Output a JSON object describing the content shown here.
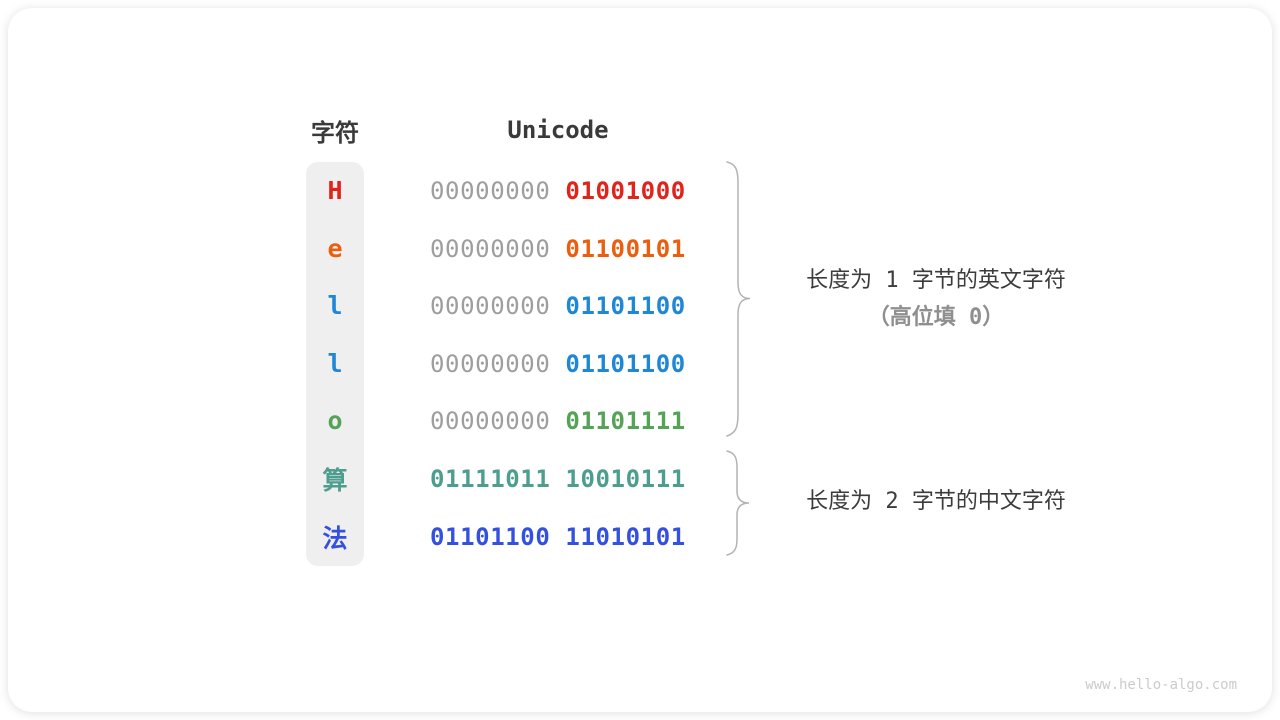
{
  "table": {
    "char_header": "字符",
    "unicode_header": "Unicode",
    "rows": [
      {
        "char": "H",
        "color": "#e0241c",
        "octet1": "00000000",
        "octet1_color": "#9e9e9e",
        "octet2": "01001000"
      },
      {
        "char": "e",
        "color": "#ec5e0e",
        "octet1": "00000000",
        "octet1_color": "#9e9e9e",
        "octet2": "01100101"
      },
      {
        "char": "l",
        "color": "#1e87d6",
        "octet1": "00000000",
        "octet1_color": "#9e9e9e",
        "octet2": "01101100"
      },
      {
        "char": "l",
        "color": "#1e87d6",
        "octet1": "00000000",
        "octet1_color": "#9e9e9e",
        "octet2": "01101100"
      },
      {
        "char": "o",
        "color": "#55a357",
        "octet1": "00000000",
        "octet1_color": "#9e9e9e",
        "octet2": "01101111"
      },
      {
        "char": "算",
        "color": "#4d9e8e",
        "octet1": "01111011",
        "octet1_color": "#4d9e8e",
        "octet2": "10010111"
      },
      {
        "char": "法",
        "color": "#3450e0",
        "octet1": "01101100",
        "octet1_color": "#3450e0",
        "octet2": "11010101"
      }
    ]
  },
  "annotations": {
    "group1_line1": "长度为 1 字节的英文字符",
    "group1_line2": "（高位填 0）",
    "group2_line1": "长度为 2 字节的中文字符"
  },
  "watermark": "www.hello-algo.com",
  "colors": {
    "gray_bits": "#9e9e9e",
    "label_dark": "#3c3c3c",
    "label_gray": "#8f8f8f",
    "brace": "#b3b3b3",
    "char_box_bg": "#efefef"
  }
}
